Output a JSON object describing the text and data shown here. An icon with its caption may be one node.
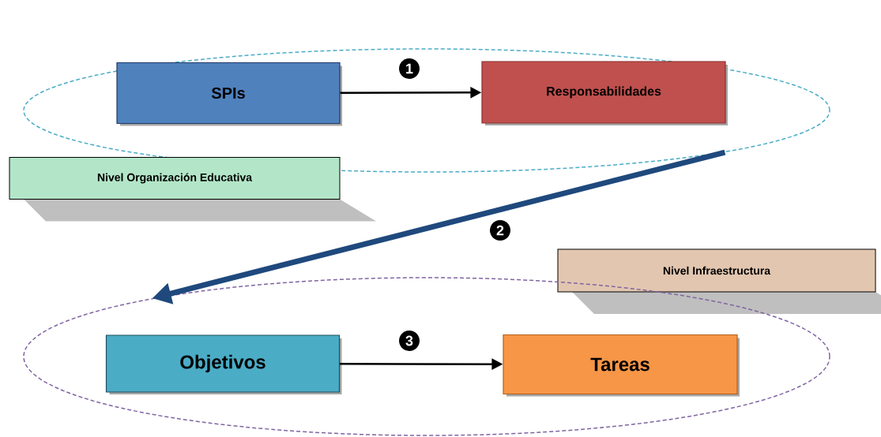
{
  "diagram": {
    "nodes": [
      {
        "text": [],
        "shape": "ellipse"
      },
      {
        "text": [
          "SPIs"
        ],
        "in": 0
      },
      {
        "text": [
          "Responsabilidades"
        ],
        "in": 0
      },
      {
        "text": [
          "Nivel Organización Educativa"
        ]
      },
      {
        "text": [
          "Nivel Infraestructura"
        ]
      },
      {
        "text": [],
        "shape": "ellipse"
      },
      {
        "text": [
          "Objetivos"
        ],
        "in": 5
      },
      {
        "text": [
          "Tareas"
        ],
        "in": 5
      }
    ],
    "edges": [
      {
        "from": 1,
        "to": 2,
        "arrow": "to",
        "label": "1"
      },
      {
        "from": 0,
        "to": 5,
        "arrow": "to",
        "label": "2",
        "style": "thick",
        "color": "#1f497d"
      },
      {
        "from": 6,
        "to": 7,
        "arrow": "to",
        "label": "3"
      }
    ]
  }
}
